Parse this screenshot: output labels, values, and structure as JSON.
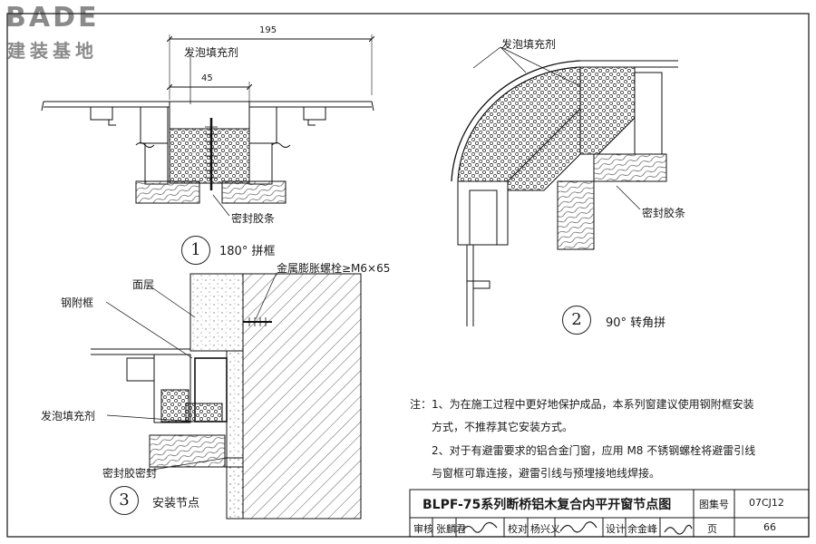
{
  "logo": {
    "text": "BADE",
    "subtitle": "建装基地"
  },
  "figure1": {
    "dim_total": "195",
    "dim_fill": "45",
    "label_foam": "发泡填充剂",
    "label_seal": "密封胶条",
    "number": "1",
    "caption": "180° 拼框"
  },
  "figure2": {
    "label_foam": "发泡填充剂",
    "label_seal": "密封胶条",
    "number": "2",
    "caption": "90° 转角拼"
  },
  "figure3": {
    "label_bolt": "金属膨胀螺栓≥M6×65",
    "label_surface": "面层",
    "label_steel_frame": "钢附框",
    "label_foam": "发泡填充剂",
    "label_seal": "密封胶密封",
    "number": "3",
    "caption": "安装节点"
  },
  "notes": {
    "line1": "注：1、为在施工过程中更好地保护成品，本系列窗建议使用钢附框安装",
    "line2": "方式，不推荐其它安装方式。",
    "line3": "2、对于有避雷要求的铝合金门窗，应用 M8 不锈钢螺栓将避雷引线",
    "line4": "与窗框可靠连接，避雷引线与预埋接地线焊接。"
  },
  "title_block": {
    "title": "BLPF-75系列断桥铝木复合内平开窗节点图",
    "atlas_label": "图集号",
    "atlas_no": "07CJ12",
    "page_label": "页",
    "page_no": "66",
    "review_label": "审核",
    "review_name": "张麟君",
    "check_label": "校对",
    "check_name": "杨兴义",
    "design_label": "设计",
    "design_name": "余金峰"
  }
}
